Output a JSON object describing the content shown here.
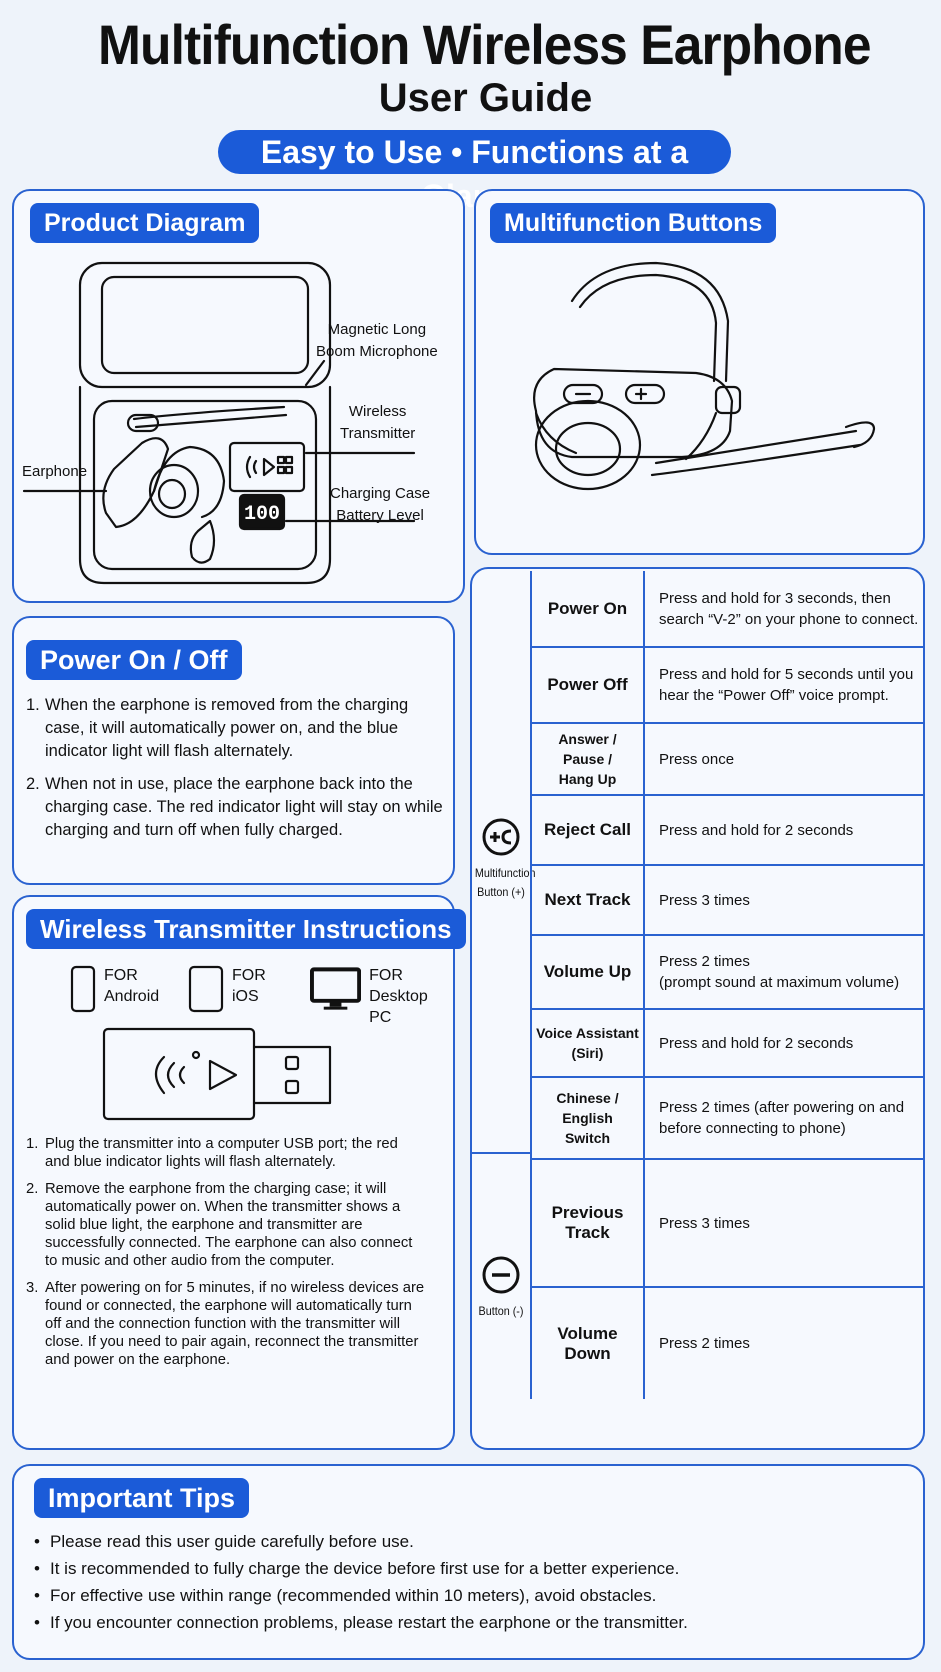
{
  "header": {
    "title": "Multifunction Wireless Earphone",
    "subtitle": "User Guide",
    "banner": "Easy to Use • Functions at a Glance"
  },
  "diagram": {
    "heading": "Product Diagram",
    "labels": {
      "microphone": "Magnetic Long\nBoom Microphone",
      "transmitter": "Wireless\nTransmitter",
      "earphone": "Earphone",
      "battery": "Charging Case\nBattery Level",
      "display": "100"
    }
  },
  "buttons_panel": {
    "heading": "Multifunction Buttons"
  },
  "power": {
    "heading": "Power On / Off",
    "steps": [
      {
        "num": "1.",
        "text": "When the earphone is removed from the charging case, it will automatically power on, and the blue indicator light will flash alternately."
      },
      {
        "num": "2.",
        "text": "When not in use, place the earphone back into the charging case. The red indicator light will stay on while charging and turn off when fully charged."
      }
    ]
  },
  "wireless": {
    "heading": "Wireless Transmitter Instructions",
    "platforms": [
      {
        "label": "FOR\nAndroid",
        "icon": "phone-icon"
      },
      {
        "label": "FOR\niOS",
        "icon": "phone-icon"
      },
      {
        "label": "FOR\nDesktop PC",
        "icon": "monitor-icon"
      }
    ],
    "steps": [
      {
        "num": "1.",
        "text": "Plug the transmitter into a computer USB port; the red and blue indicator lights will flash alternately."
      },
      {
        "num": "2.",
        "text": "Remove the earphone from the charging case; it will automatically power on. When the transmitter shows a solid blue light, the earphone and transmitter are successfully connected. The earphone can also connect to music and other audio from the computer."
      },
      {
        "num": "3.",
        "text": "After powering on for 5 minutes, if no wireless devices are found or connected, the earphone will automatically turn off and the connection function with the transmitter will close. If you need to pair again, reconnect the transmitter and power on the earphone."
      }
    ]
  },
  "functions": {
    "plus_button": {
      "label": "Multifunction\nButton (+)",
      "icon": "plus-button-icon"
    },
    "minus_button": {
      "label": "Button (-)",
      "icon": "minus-button-icon"
    },
    "rows": [
      {
        "function": "Power On",
        "action": "Press and hold for 3 seconds, then search “V-2” on your phone to connect."
      },
      {
        "function": "Power Off",
        "action": "Press and hold for 5 seconds until you hear the “Power Off” voice prompt."
      },
      {
        "function": "Answer / Pause /\nHang Up",
        "action": "Press once"
      },
      {
        "function": "Reject Call",
        "action": "Press and hold for 2 seconds"
      },
      {
        "function": "Next Track",
        "action": "Press 3 times"
      },
      {
        "function": "Volume Up",
        "action": "Press 2 times\n(prompt sound at maximum volume)"
      },
      {
        "function": "Voice Assistant (Siri)",
        "action": "Press and hold for 2 seconds"
      },
      {
        "function": "Chinese / English\nSwitch",
        "action": "Press 2 times (after powering on and before connecting to phone)"
      },
      {
        "function": "Previous Track",
        "action": "Press 3 times"
      },
      {
        "function": "Volume Down",
        "action": "Press 2 times"
      }
    ]
  },
  "tips": {
    "heading": "Important Tips",
    "items": [
      "Please read this user guide carefully before use.",
      "It is recommended to fully charge the device before first use for a better experience.",
      "For effective use within range (recommended within 10 meters), avoid obstacles.",
      "If you encounter connection problems, please restart the earphone or the transmitter."
    ]
  },
  "colors": {
    "accent": "#1b5bd8",
    "border": "#2a62d0",
    "background": "#eef3fa"
  }
}
